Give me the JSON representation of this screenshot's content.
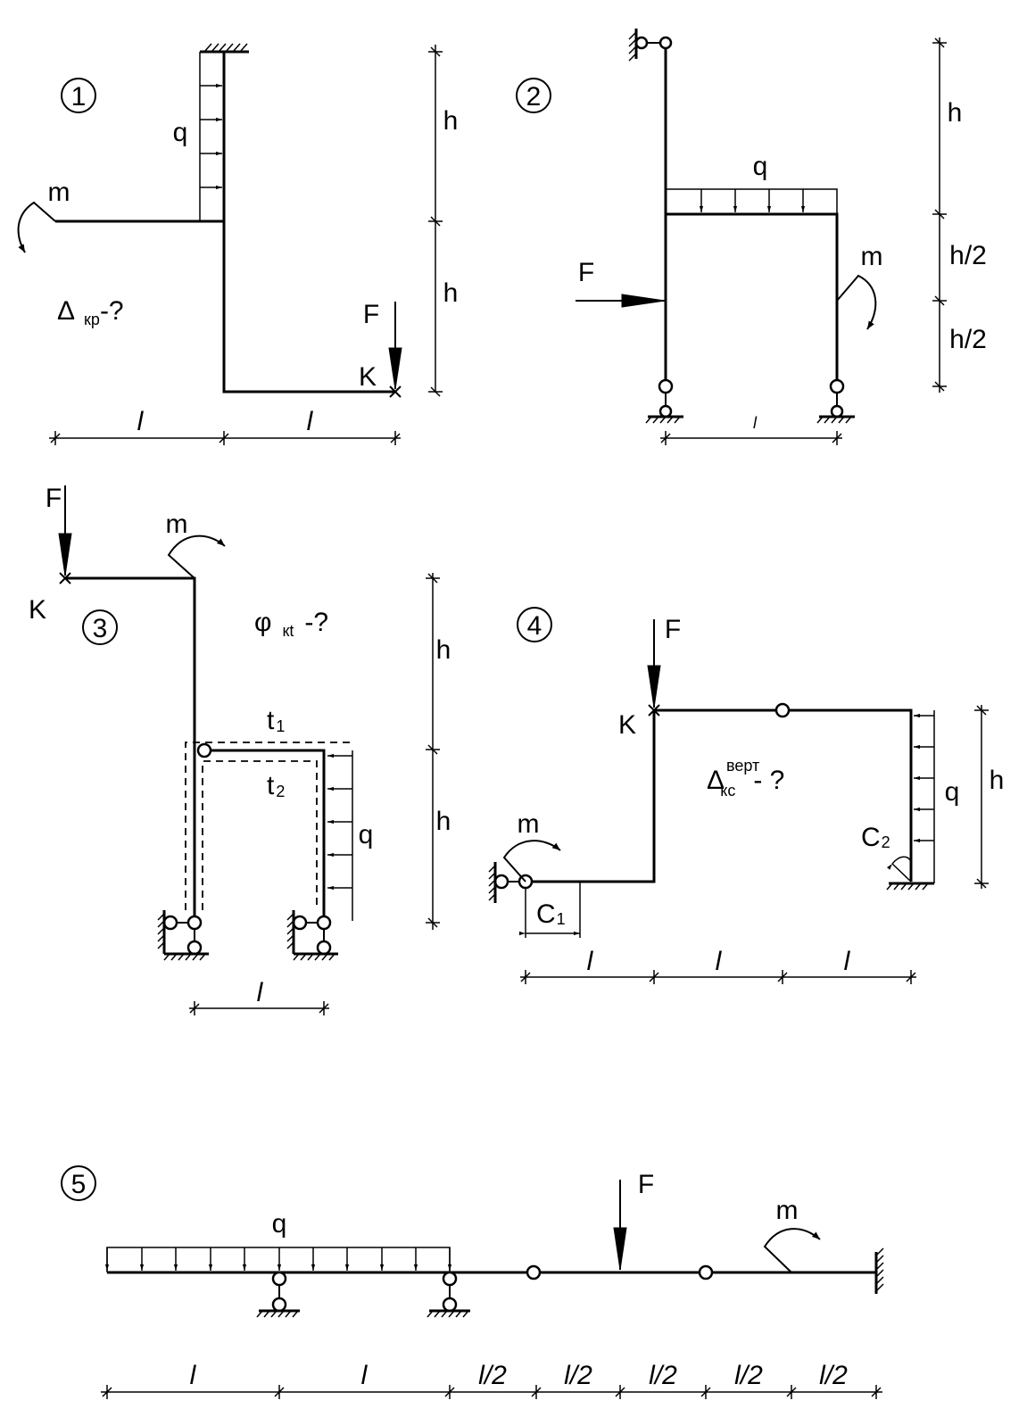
{
  "labels": {
    "n1": "1",
    "n2": "2",
    "n3": "3",
    "n4": "4",
    "n5": "5",
    "q": "q",
    "m": "m",
    "F": "F",
    "K": "K",
    "h": "h",
    "l": "l",
    "h_half": "h/2",
    "l_half": "l/2",
    "delta": "Δ",
    "s1_sub": "кр",
    "s1_tail": "-?",
    "s3_phi": "φ",
    "s3_sub": "кt",
    "s3_tail": "-?",
    "t": "t",
    "t1_sub": "1",
    "t2_sub": "2",
    "C": "C",
    "c1_sub": "1",
    "c2_sub": "2",
    "s4_sup": "верт",
    "s4_sub": "кс",
    "s4_tail": "- ?"
  }
}
